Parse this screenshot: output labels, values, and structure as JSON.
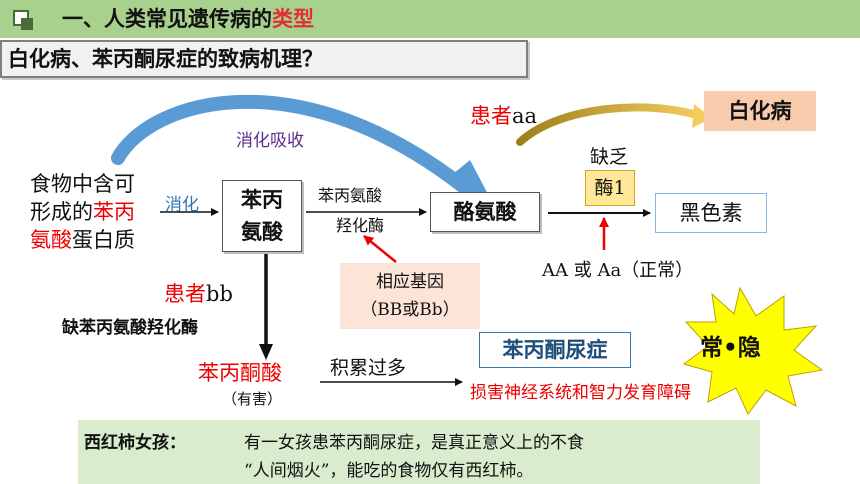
{
  "header": {
    "title_prefix": "一、人类常见遗传病的",
    "title_highlight": "类型"
  },
  "question": "白化病、苯丙酮尿症的致病机理？",
  "food": {
    "line1": "食物中含可",
    "line2_a": "形成的",
    "line2_b": "苯丙",
    "line3_a": "氨酸",
    "line3_b": "蛋白质"
  },
  "labels": {
    "digest_top": "消化吸收",
    "digest": "消化",
    "phe_acid": "苯丙氨酸",
    "hydroxylase": "羟化酶",
    "patient_aa_a": "患者",
    "patient_aa_b": "aa",
    "lack": "缺乏",
    "AA_normal": "AA 或 Aa（正常）",
    "patient_bb_a": "患者",
    "patient_bb_b": "bb",
    "lack_enzyme": "缺苯丙氨酸羟化酶",
    "accumulate": "积累过多",
    "harmful": "（有害）",
    "damage": "损害神经系统和智力发育障碍"
  },
  "boxes": {
    "phe_line1": "苯丙",
    "phe_line2": "氨酸",
    "tyrosine": "酪氨酸",
    "enzyme1": "酶1",
    "melanin": "黑色素",
    "albinism": "白化病",
    "gene_line1": "相应基因",
    "gene_line2": "（BB或Bb）",
    "phenylpyruvic": "苯丙酮酸",
    "pku": "苯丙酮尿症"
  },
  "badge": "常•隐",
  "tomato": {
    "label": "西红柿女孩：",
    "line1": "有一女孩患苯丙酮尿症，是真正意义上的不食",
    "line2": "“人间烟火”，能吃的食物仅有西红柿。"
  },
  "colors": {
    "header_bg": "#a9d18e",
    "red": "#ee0000",
    "enzyme_bg": "#ffe699",
    "albinism_bg": "#f8cbad",
    "gene_bg": "#fce4d6",
    "tomato_bg": "#d9eccd",
    "badge_bg": "#ffff00",
    "arrow_blue": "#5b9bd5"
  }
}
